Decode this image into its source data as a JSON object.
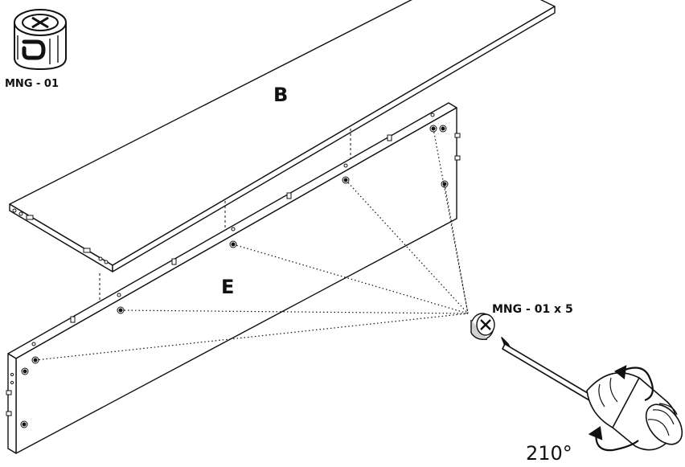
{
  "part_label": "MNG - 01",
  "step_part_label": "MNG - 01 x 5",
  "panel_top_label": "B",
  "panel_front_label": "E",
  "rotation_label": "210°"
}
